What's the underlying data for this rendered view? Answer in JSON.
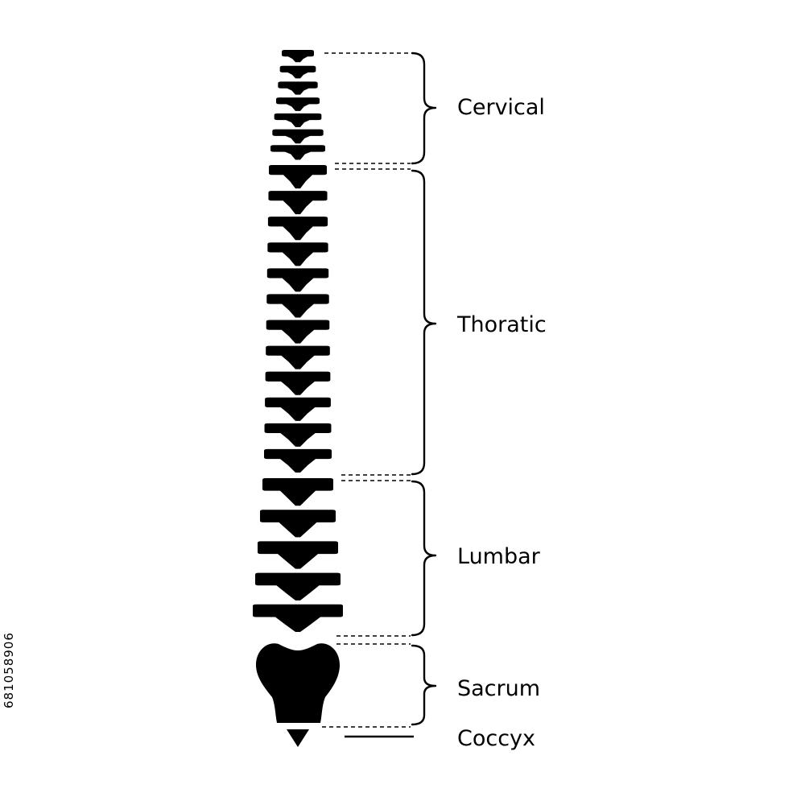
{
  "diagram": {
    "regions": [
      {
        "key": "cervical",
        "label": "Cervical"
      },
      {
        "key": "thoracic",
        "label": "Thoratic"
      },
      {
        "key": "lumbar",
        "label": "Lumbar"
      },
      {
        "key": "sacrum",
        "label": "Sacrum"
      },
      {
        "key": "coccyx",
        "label": "Coccyx"
      }
    ],
    "vertebra_counts": {
      "cervical": 7,
      "thoracic": 12,
      "lumbar": 5
    },
    "stock_id": "681058906",
    "colors": {
      "ink": "#000000",
      "background": "#ffffff"
    }
  }
}
